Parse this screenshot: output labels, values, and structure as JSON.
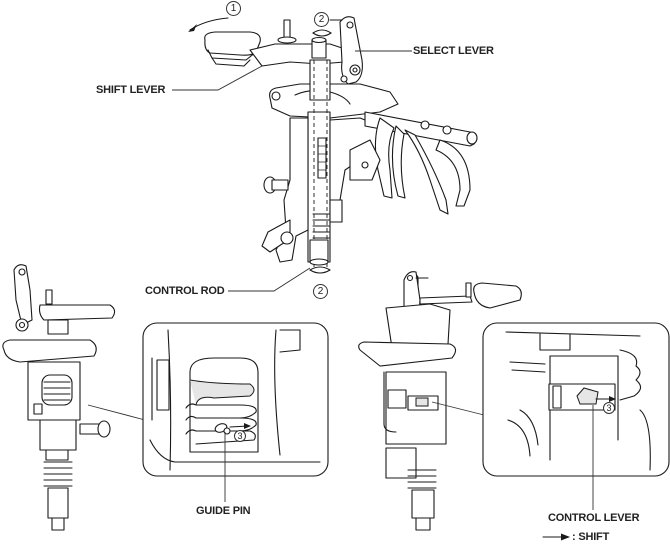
{
  "labels": {
    "select_lever": "SELECT LEVER",
    "shift_lever": "SHIFT LEVER",
    "control_rod": "CONTROL ROD",
    "guide_pin": "GUIDE PIN",
    "control_lever": "CONTROL LEVER"
  },
  "step_markers": {
    "step1": "1",
    "step2_top": "2",
    "step2_bottom": "2",
    "detail_left_num": "3",
    "detail_right_num": "3"
  },
  "legend": {
    "arrow_symbol": "arrow-right",
    "text": ": SHIFT"
  },
  "colors": {
    "line": "#1a1a1a",
    "background": "#ffffff"
  }
}
